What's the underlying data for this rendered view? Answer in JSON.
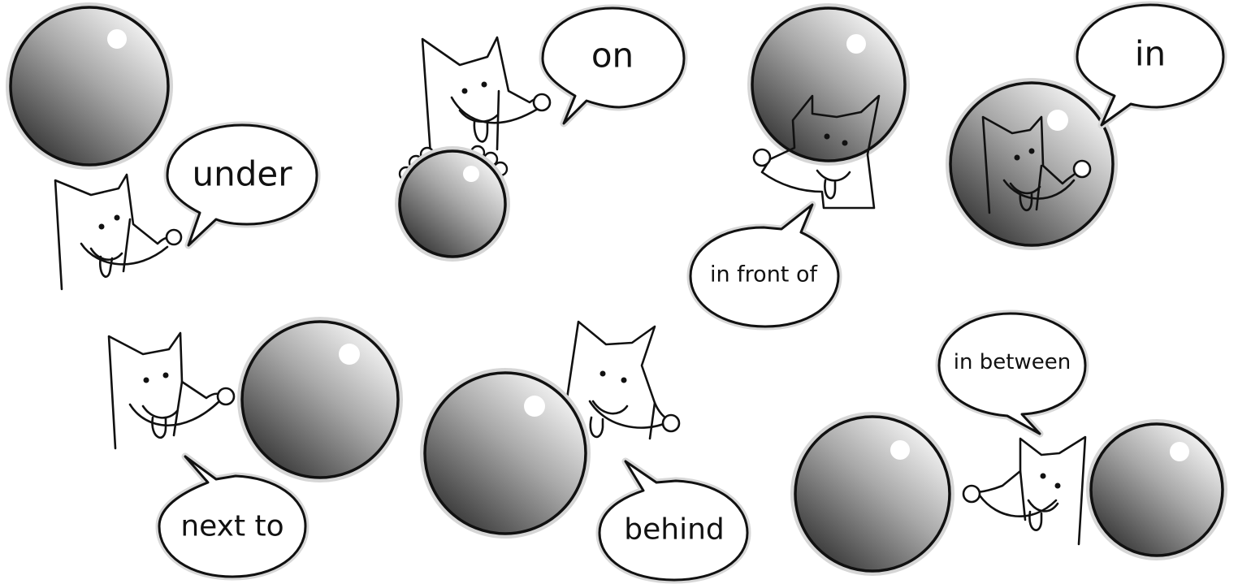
{
  "labels": {
    "under": "under",
    "on": "on",
    "in_front_of": "in front of",
    "in": "in",
    "next_to": "next to",
    "behind": "behind",
    "in_between": "in between"
  },
  "colors": {
    "ball_light": "#f4f4f4",
    "ball_dark": "#3a3a3a",
    "outline": "#111111",
    "background": "#ffffff"
  }
}
